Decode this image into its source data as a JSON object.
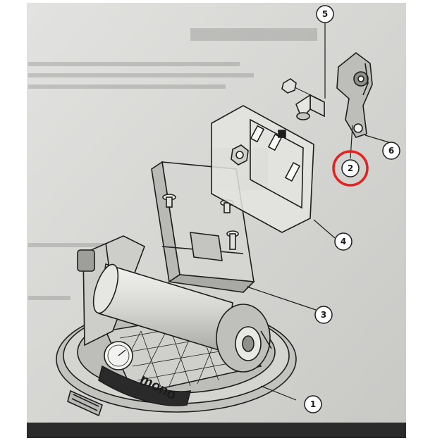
{
  "diagram": {
    "callouts": [
      {
        "id": "1",
        "label": "1"
      },
      {
        "id": "2",
        "label": "2"
      },
      {
        "id": "3",
        "label": "3"
      },
      {
        "id": "4",
        "label": "4"
      },
      {
        "id": "5",
        "label": "5"
      },
      {
        "id": "6",
        "label": "6"
      }
    ],
    "highlighted_callout": "2",
    "brand_text": "mono",
    "colors": {
      "paper": "#d9d9d7",
      "paper_shadow": "#c9c9c6",
      "ink": "#1e1e1e",
      "highlight": "#e32222",
      "frame": "#ffffff",
      "bottom_bar": "#2a2a2a"
    }
  }
}
